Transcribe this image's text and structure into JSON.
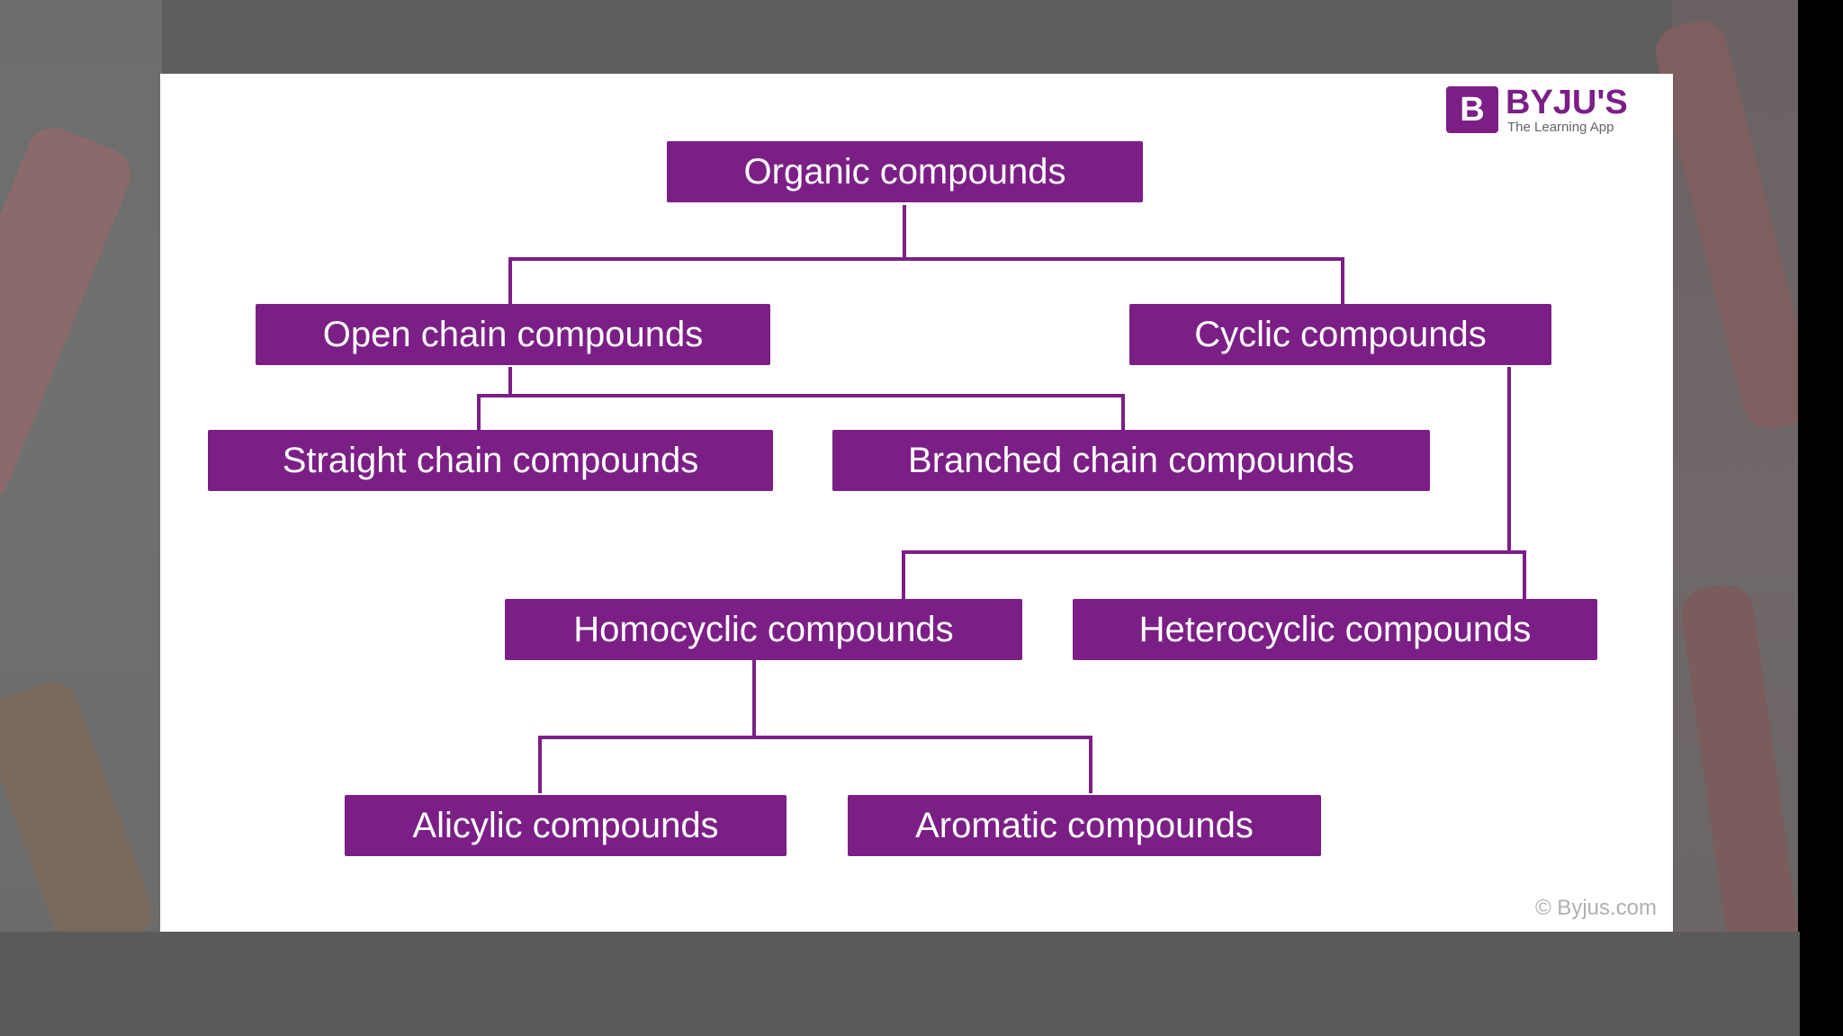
{
  "diagram": {
    "nodes": {
      "organic": "Organic compounds",
      "open_chain": "Open chain compounds",
      "cyclic": "Cyclic compounds",
      "straight_chain": "Straight chain compounds",
      "branched_chain": "Branched chain compounds",
      "homocyclic": "Homocyclic compounds",
      "heterocyclic": "Heterocyclic compounds",
      "alicylic": "Alicylic compounds",
      "aromatic": "Aromatic compounds"
    },
    "edges": [
      [
        "organic",
        "open_chain"
      ],
      [
        "organic",
        "cyclic"
      ],
      [
        "open_chain",
        "straight_chain"
      ],
      [
        "open_chain",
        "branched_chain"
      ],
      [
        "cyclic",
        "homocyclic"
      ],
      [
        "cyclic",
        "heterocyclic"
      ],
      [
        "homocyclic",
        "alicylic"
      ],
      [
        "homocyclic",
        "aromatic"
      ]
    ]
  },
  "branding": {
    "logo_letter": "B",
    "logo_name": "BYJU'S",
    "logo_tagline": "The Learning App",
    "credit": "© Byjus.com"
  },
  "colors": {
    "node_fill": "#7b1f86",
    "node_text": "#ffffff",
    "connector": "#7b1f86",
    "card_background": "#ffffff",
    "backdrop": "#5e5e5e"
  }
}
